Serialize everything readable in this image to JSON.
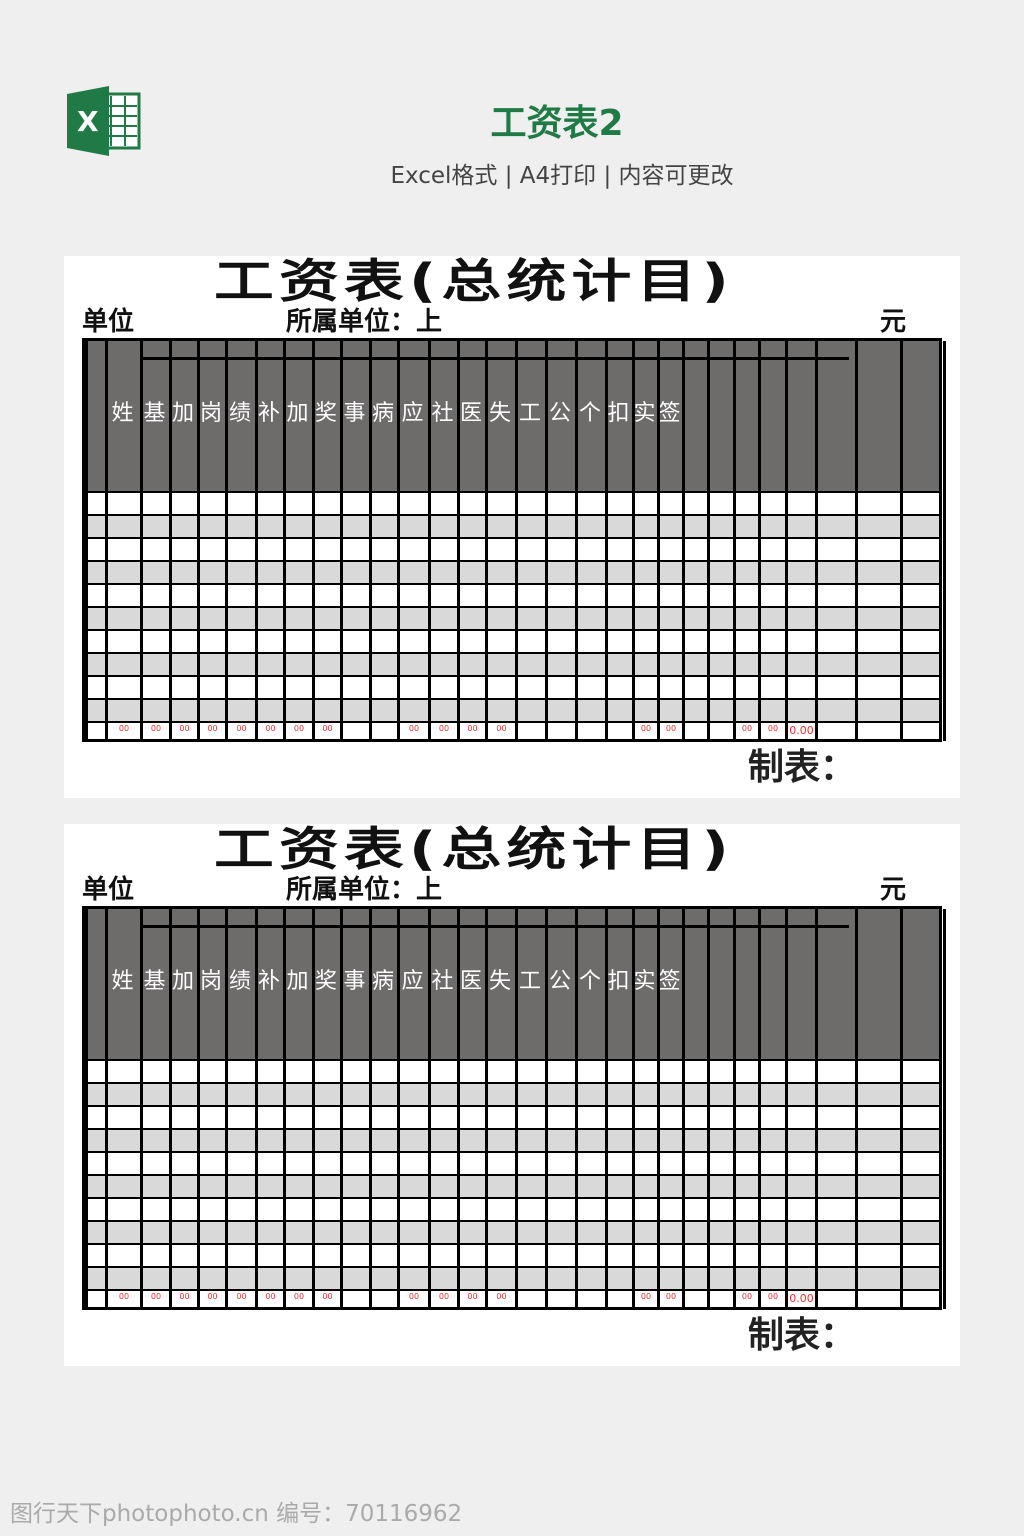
{
  "header": {
    "title": "工资表2",
    "subtitle": "Excel格式 | A4打印 | 内容可更改",
    "brand_color": "#1f7a46"
  },
  "sheet": {
    "title": "工资表(总统计目)",
    "unit_label": "单位",
    "dept_label": "所属单位：上",
    "currency_label": "元",
    "maker_label": "制表：",
    "column_headers": [
      "姓",
      "基",
      "加",
      "岗",
      "绩",
      "补",
      "加",
      "奖",
      "事",
      "病",
      "应",
      "社",
      "医",
      "失",
      "工",
      "公",
      "个",
      "扣",
      "实",
      "签"
    ],
    "totals": [
      "",
      "00",
      "00",
      "00",
      "00",
      "00",
      "00",
      "00",
      "00",
      "",
      "",
      "00",
      "00",
      "00",
      "00",
      "",
      "",
      "",
      "",
      "00",
      "00",
      "",
      "",
      "00",
      "00",
      "0.00",
      ""
    ]
  },
  "watermark": "图行天下photophoto.cn 编号：70116962"
}
